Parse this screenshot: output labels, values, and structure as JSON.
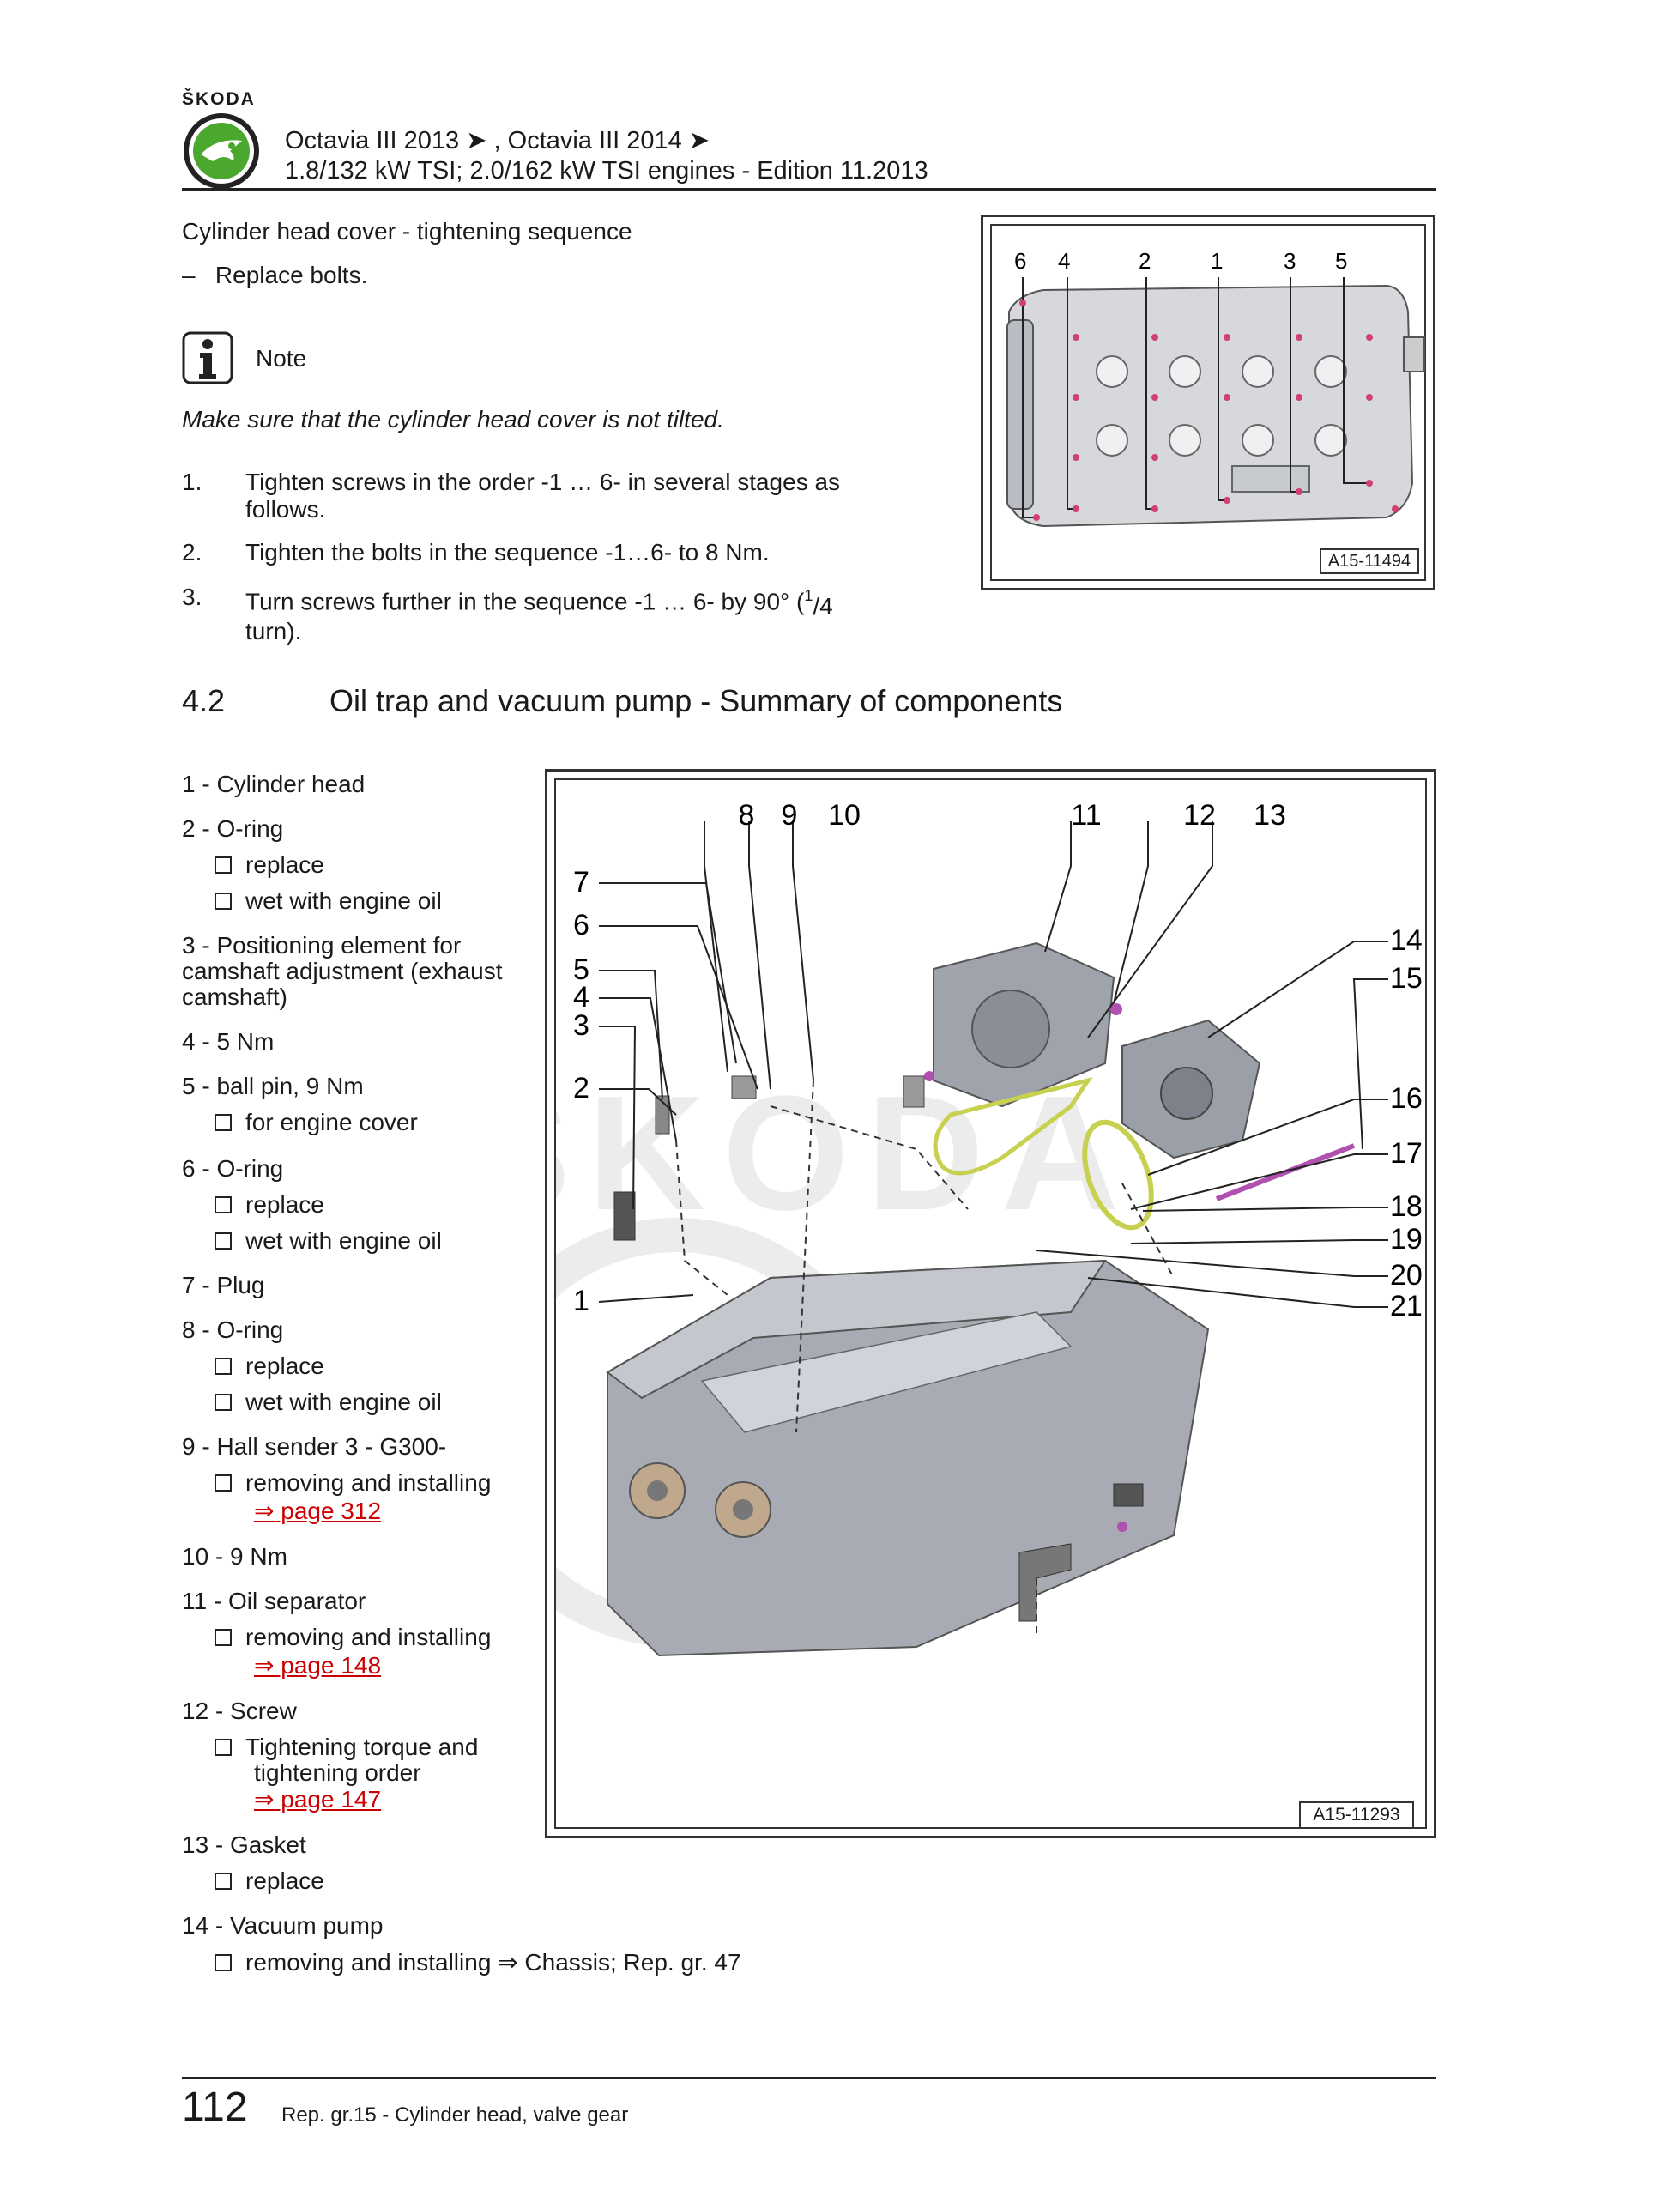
{
  "header": {
    "brand": "ŠKODA",
    "line1": "Octavia III 2013 ➤ , Octavia III 2014 ➤",
    "line2": "1.8/132 kW TSI; 2.0/162 kW TSI engines - Edition 11.2013"
  },
  "section1": {
    "title": "Cylinder head cover - tightening sequence",
    "dash_item": "Replace bolts.",
    "note_label": "Note",
    "note_text": "Make sure that the cylinder head cover is not tilted.",
    "steps": [
      {
        "n": "1.",
        "l1": "Tighten screws in the order -1 … 6- in several stages as",
        "l2": "follows."
      },
      {
        "n": "2.",
        "l1": "Tighten the bolts in the sequence -1…6- to 8 Nm."
      },
      {
        "n": "3.",
        "l1": "Turn screws further in the sequence -1 … 6- by 90° (",
        "sup": "1",
        "frac": "/4",
        "l2": "turn)."
      }
    ],
    "figure": {
      "labels": [
        "6",
        "4",
        "2",
        "1",
        "3",
        "5"
      ],
      "code": "A15-11494"
    }
  },
  "section2": {
    "number": "4.2",
    "title": "Oil trap and vacuum pump - Summary of components",
    "items": [
      {
        "h": "1 - Cylinder head"
      },
      {
        "h": "2 - O-ring",
        "subs": [
          "replace",
          "wet with engine oil"
        ]
      },
      {
        "h1": "3 - Positioning element for",
        "h2": "camshaft adjustment (exhaust",
        "h3": "camshaft)"
      },
      {
        "h": "4 - 5 Nm"
      },
      {
        "h": "5 - ball pin, 9 Nm",
        "subs": [
          "for engine cover"
        ]
      },
      {
        "h": "6 - O-ring",
        "subs": [
          "replace",
          "wet with engine oil"
        ]
      },
      {
        "h": "7 - Plug"
      },
      {
        "h": "8 - O-ring",
        "subs": [
          "replace",
          "wet with engine oil"
        ]
      },
      {
        "h": "9 - Hall sender 3 - G300-",
        "subs": [
          "removing and installing"
        ],
        "link": "⇒ page 312"
      },
      {
        "h": "10 - 9 Nm"
      },
      {
        "h": "11 - Oil separator",
        "subs": [
          "removing and installing"
        ],
        "link": "⇒ page 148"
      },
      {
        "h": "12 - Screw",
        "subs": [
          "Tightening torque and",
          "tightening order"
        ],
        "link": "⇒ page 147"
      },
      {
        "h": "13 - Gasket",
        "subs": [
          "replace"
        ]
      },
      {
        "h": "14 - Vacuum pump",
        "subs": [
          "removing and installing ⇒  Chassis; Rep. gr.  47"
        ]
      }
    ],
    "figure": {
      "top_labels": [
        "8",
        "9",
        "10",
        "11",
        "12",
        "13"
      ],
      "left_labels": [
        "7",
        "6",
        "5",
        "4",
        "3",
        "2",
        "1"
      ],
      "right_labels": [
        "14",
        "15",
        "16",
        "17",
        "18",
        "19",
        "20",
        "21"
      ],
      "code": "A15-11293",
      "watermark": "ŠKODA"
    }
  },
  "footer": {
    "page": "112",
    "text": "Rep. gr.15 - Cylinder head, valve gear"
  },
  "colors": {
    "logo_green": "#4ba82e",
    "link": "#cc0000",
    "gasket": "#c8d050",
    "bolt": "#b050b0"
  }
}
